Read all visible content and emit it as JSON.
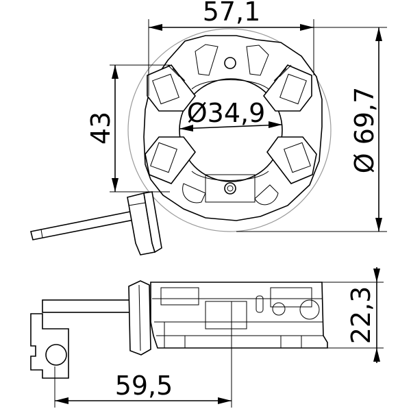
{
  "drawing": {
    "top_view": {
      "dim_width": "57,1",
      "dim_height": "43",
      "dim_inner_diameter": "Ø34,9",
      "dim_outer_diameter": "Ø 69,7"
    },
    "side_view": {
      "dim_length": "59,5",
      "dim_height": "22,3"
    }
  }
}
